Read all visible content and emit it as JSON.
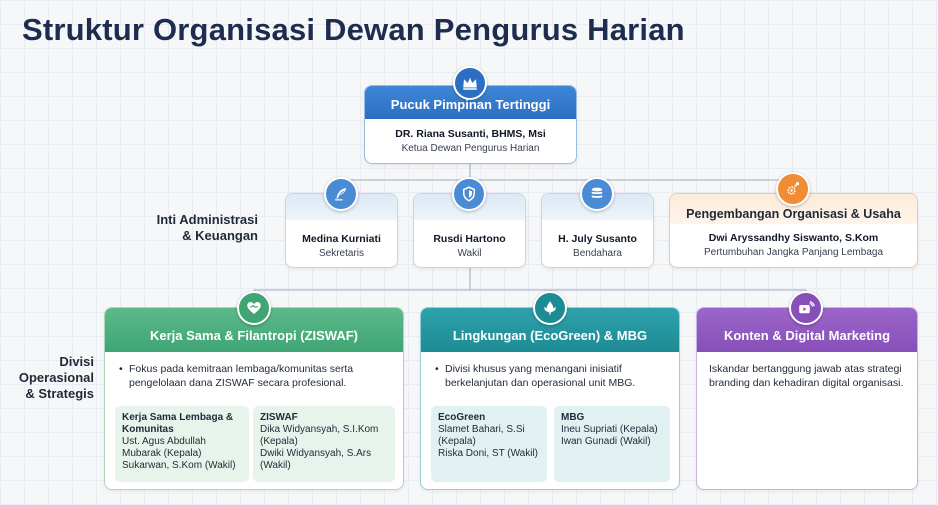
{
  "title": "Struktur Organisasi Dewan Pengurus Harian",
  "colors": {
    "title": "#1e2d4f",
    "top_blue": "#2c6fc2",
    "mid_blue": "#4a8bd4",
    "orange": "#f08c33",
    "green": "#3fa574",
    "teal": "#1d8b94",
    "purple": "#8650b8"
  },
  "levels": {
    "inti": [
      "Inti Administrasi",
      "& Keuangan"
    ],
    "divisi": [
      "Divisi",
      "Operasional",
      "& Strategis"
    ]
  },
  "top": {
    "icon": "crown-icon",
    "header": "Pucuk Pimpinan Tertinggi",
    "name": "DR. Riana Susanti, BHMS, Msi",
    "role": "Ketua Dewan Pengurus Harian"
  },
  "middle": [
    {
      "icon": "feather-pen-icon",
      "name": "Medina Kurniati",
      "role": "Sekretaris"
    },
    {
      "icon": "shield-icon",
      "name": "Rusdi Hartono",
      "role": "Wakil"
    },
    {
      "icon": "coins-icon",
      "name": "H. July Susanto",
      "role": "Bendahara"
    }
  ],
  "org_dev": {
    "icon": "gears-growth-icon",
    "header": "Pengembangan Organisasi & Usaha",
    "name": "Dwi Aryssandhy Siswanto, S.Kom",
    "role": "Pertumbuhan Jangka Panjang Lembaga"
  },
  "divisions": {
    "ziswaf": {
      "icon": "handshake-icon",
      "header": "Kerja Sama & Filantropi (ZISWAF)",
      "desc": "Fokus pada kemitraan lembaga/komunitas serta pengelolaan dana ZISWAF secara profesional.",
      "subs": [
        {
          "title": "Kerja Sama Lembaga & Komunitas",
          "lines": [
            "Ust. Agus Abdullah Mubarak (Kepala)",
            "Sukarwan, S.Kom (Wakil)"
          ]
        },
        {
          "title": "ZISWAF",
          "lines": [
            "Dika Widyansyah, S.I.Kom (Kepala)",
            "Dwiki Widyansyah, S.Ars (Wakil)"
          ]
        }
      ]
    },
    "ecogreen": {
      "icon": "leaf-drop-icon",
      "header": "Lingkungan (EcoGreen) & MBG",
      "desc": "Divisi khusus yang menangani inisiatif berkelanjutan dan operasional unit MBG.",
      "subs": [
        {
          "title": "EcoGreen",
          "lines": [
            "Slamet Bahari, S.Si (Kepala)",
            "Riska Doni, ST (Wakil)"
          ]
        },
        {
          "title": "MBG",
          "lines": [
            "Ineu Supriati (Kepala)",
            "Iwan Gunadi (Wakil)"
          ]
        }
      ]
    },
    "konten": {
      "icon": "video-broadcast-icon",
      "header": "Konten & Digital Marketing",
      "desc": "Iskandar bertanggung jawab atas strategi branding dan kehadiran digital organisasi."
    }
  }
}
